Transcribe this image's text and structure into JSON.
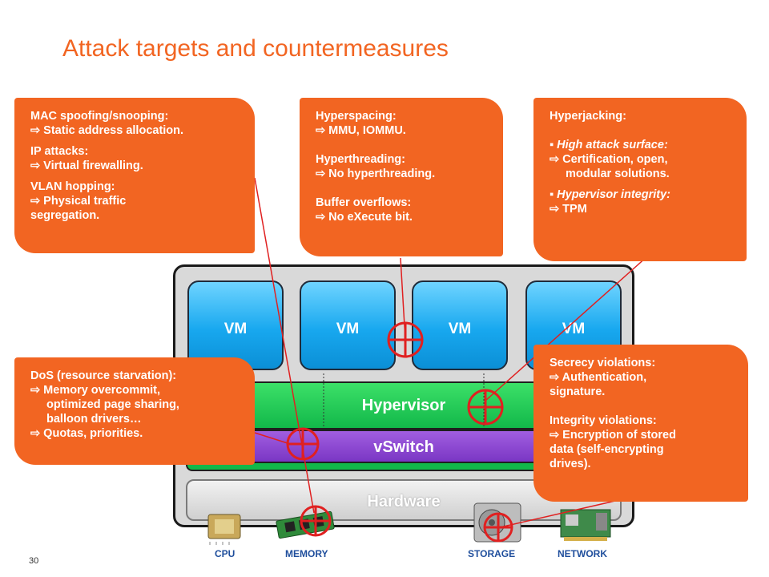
{
  "title": "Attack targets and countermeasures",
  "page_number": "30",
  "vms": [
    "VM",
    "VM",
    "VM",
    "VM"
  ],
  "layers": {
    "hypervisor": "Hypervisor",
    "vswitch": "vSwitch",
    "hardware": "Hardware"
  },
  "hardware_labels": {
    "cpu": "CPU",
    "memory": "MEMORY",
    "storage": "STORAGE",
    "network": "NETWORK"
  },
  "arrow_glyph": "⇨",
  "boxes": {
    "network": {
      "l1": "MAC spoofing/snooping:",
      "l2": "⇨ Static address allocation.",
      "l3": "IP attacks:",
      "l4": "⇨ Virtual firewalling.",
      "l5": "VLAN hopping:",
      "l6": "⇨ Physical traffic",
      "l7": "segregation."
    },
    "hyperspacing": {
      "l1": "Hyperspacing:",
      "l2": "⇨ MMU, IOMMU.",
      "l3": "Hyperthreading:",
      "l4": "⇨ No hyperthreading.",
      "l5": "Buffer overflows:",
      "l6": "⇨ No eXecute bit."
    },
    "hyperjacking": {
      "l1": "Hyperjacking:",
      "l2": "▪ High attack surface:",
      "l3": "⇨  Certification, open,",
      "l4": "modular solutions.",
      "l5": "▪ Hypervisor integrity:",
      "l6": "⇨ TPM"
    },
    "dos": {
      "l1": "DoS (resource starvation):",
      "l2": "⇨ Memory overcommit,",
      "l3": "optimized page sharing,",
      "l4": "balloon drivers…",
      "l5": "⇨ Quotas, priorities."
    },
    "secrecy": {
      "l1": "Secrecy violations:",
      "l2": "⇨ Authentication,",
      "l3": "signature.",
      "l4": "Integrity violations:",
      "l5": "⇨ Encryption of stored",
      "l6": "data  (self-encrypting",
      "l7": "drives)."
    }
  },
  "colors": {
    "accent": "#f26522",
    "vm_blue": "#18a8ef",
    "hypervisor_green": "#12b84a",
    "vswitch_purple": "#7a36c4",
    "target_red": "#e02020"
  }
}
